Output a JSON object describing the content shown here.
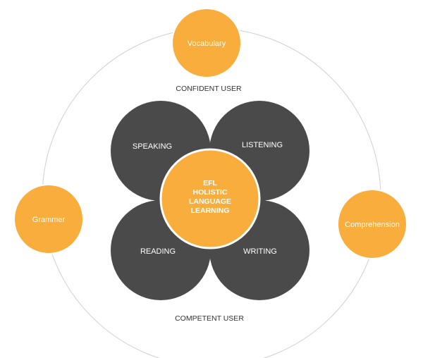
{
  "colors": {
    "dark_circle": "#4a4a4a",
    "accent": "#f8ad3c",
    "ring": "#d0d0d0",
    "white": "#ffffff",
    "label_text": "#333333"
  },
  "diagram": {
    "center": {
      "lines": [
        "EFL",
        "HOLISTIC",
        "LANGUAGE",
        "LEARNING"
      ]
    },
    "skills": {
      "speaking": "SPEAKING",
      "listening": "LISTENING",
      "reading": "READING",
      "writing": "WRITING"
    },
    "outer_nodes": {
      "vocabulary": "Vocabulary",
      "grammer": "Grammer",
      "comprehension": "Comprehension"
    },
    "ring_labels": {
      "top": "CONFIDENT USER",
      "bottom": "COMPETENT USER"
    }
  }
}
